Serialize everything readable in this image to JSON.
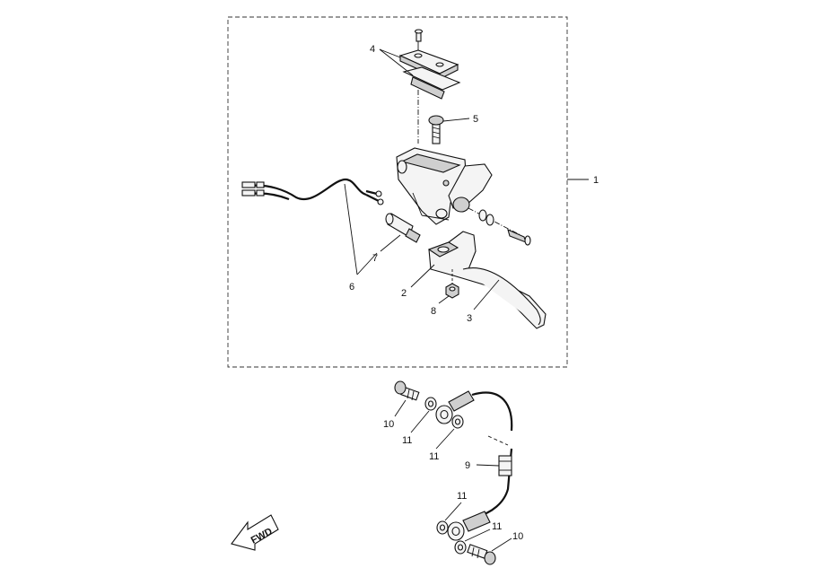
{
  "callouts": {
    "c1": "1",
    "c2": "2",
    "c3": "3",
    "c4": "4",
    "c5": "5",
    "c6": "6",
    "c7": "7",
    "c8": "8",
    "c9": "9",
    "c10a": "10",
    "c10b": "10",
    "c11a": "11",
    "c11b": "11",
    "c11c": "11",
    "c11d": "11"
  },
  "direction_label": "FWD"
}
